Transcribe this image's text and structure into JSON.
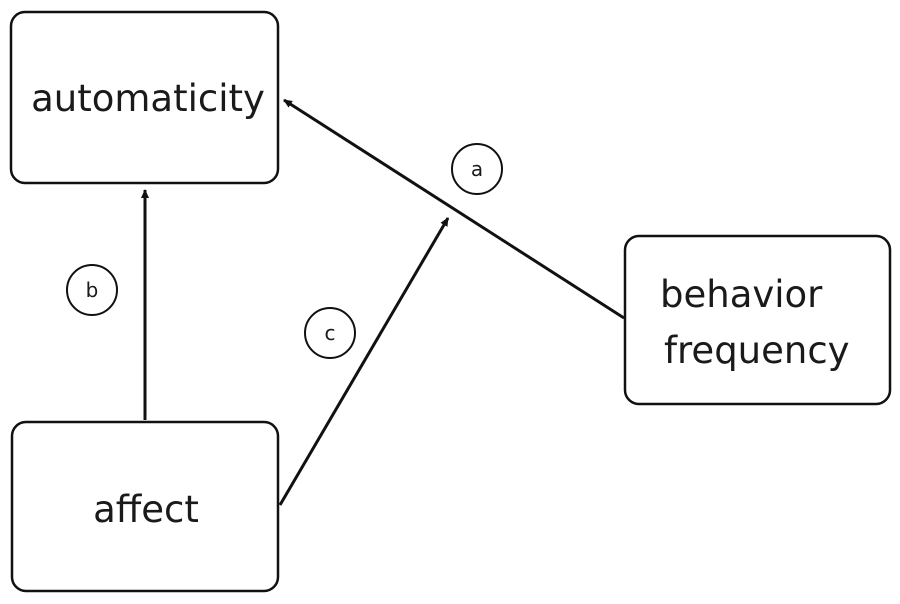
{
  "nodes": {
    "automaticity": {
      "label": "automaticity"
    },
    "affect": {
      "label": "affect"
    },
    "behavior_frequency": {
      "line1": "behavior",
      "line2": "frequency"
    }
  },
  "paths": {
    "a": {
      "label": "a"
    },
    "b": {
      "label": "b"
    },
    "c": {
      "label": "c"
    }
  }
}
